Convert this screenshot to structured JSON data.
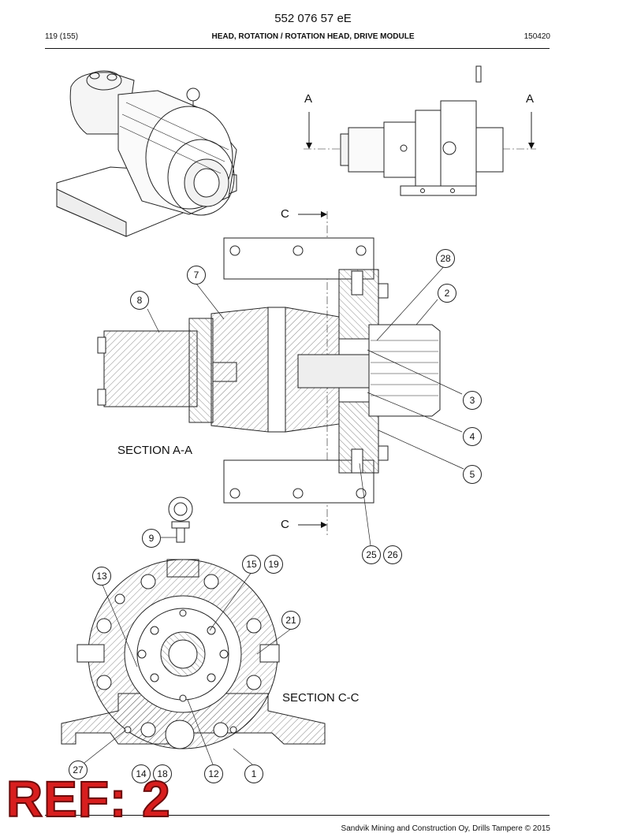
{
  "header": {
    "doc_number": "552 076 57 eE",
    "page": "119 (155)",
    "title": "HEAD, ROTATION / ROTATION HEAD, DRIVE MODULE",
    "date": "150420"
  },
  "drawing": {
    "section_marks": {
      "a": "A",
      "c": "C"
    },
    "section_aa_label": "SECTION A-A",
    "section_cc_label": "SECTION C-C",
    "callouts": [
      "28",
      "7",
      "2",
      "8",
      "3",
      "4",
      "5",
      "25",
      "26",
      "9",
      "15",
      "19",
      "13",
      "21",
      "27",
      "14",
      "18",
      "12",
      "1"
    ]
  },
  "footer": {
    "copyright": "Sandvik Mining and Construction Oy, Drills Tampere © 2015",
    "ref_stamp": "REF: 2"
  }
}
